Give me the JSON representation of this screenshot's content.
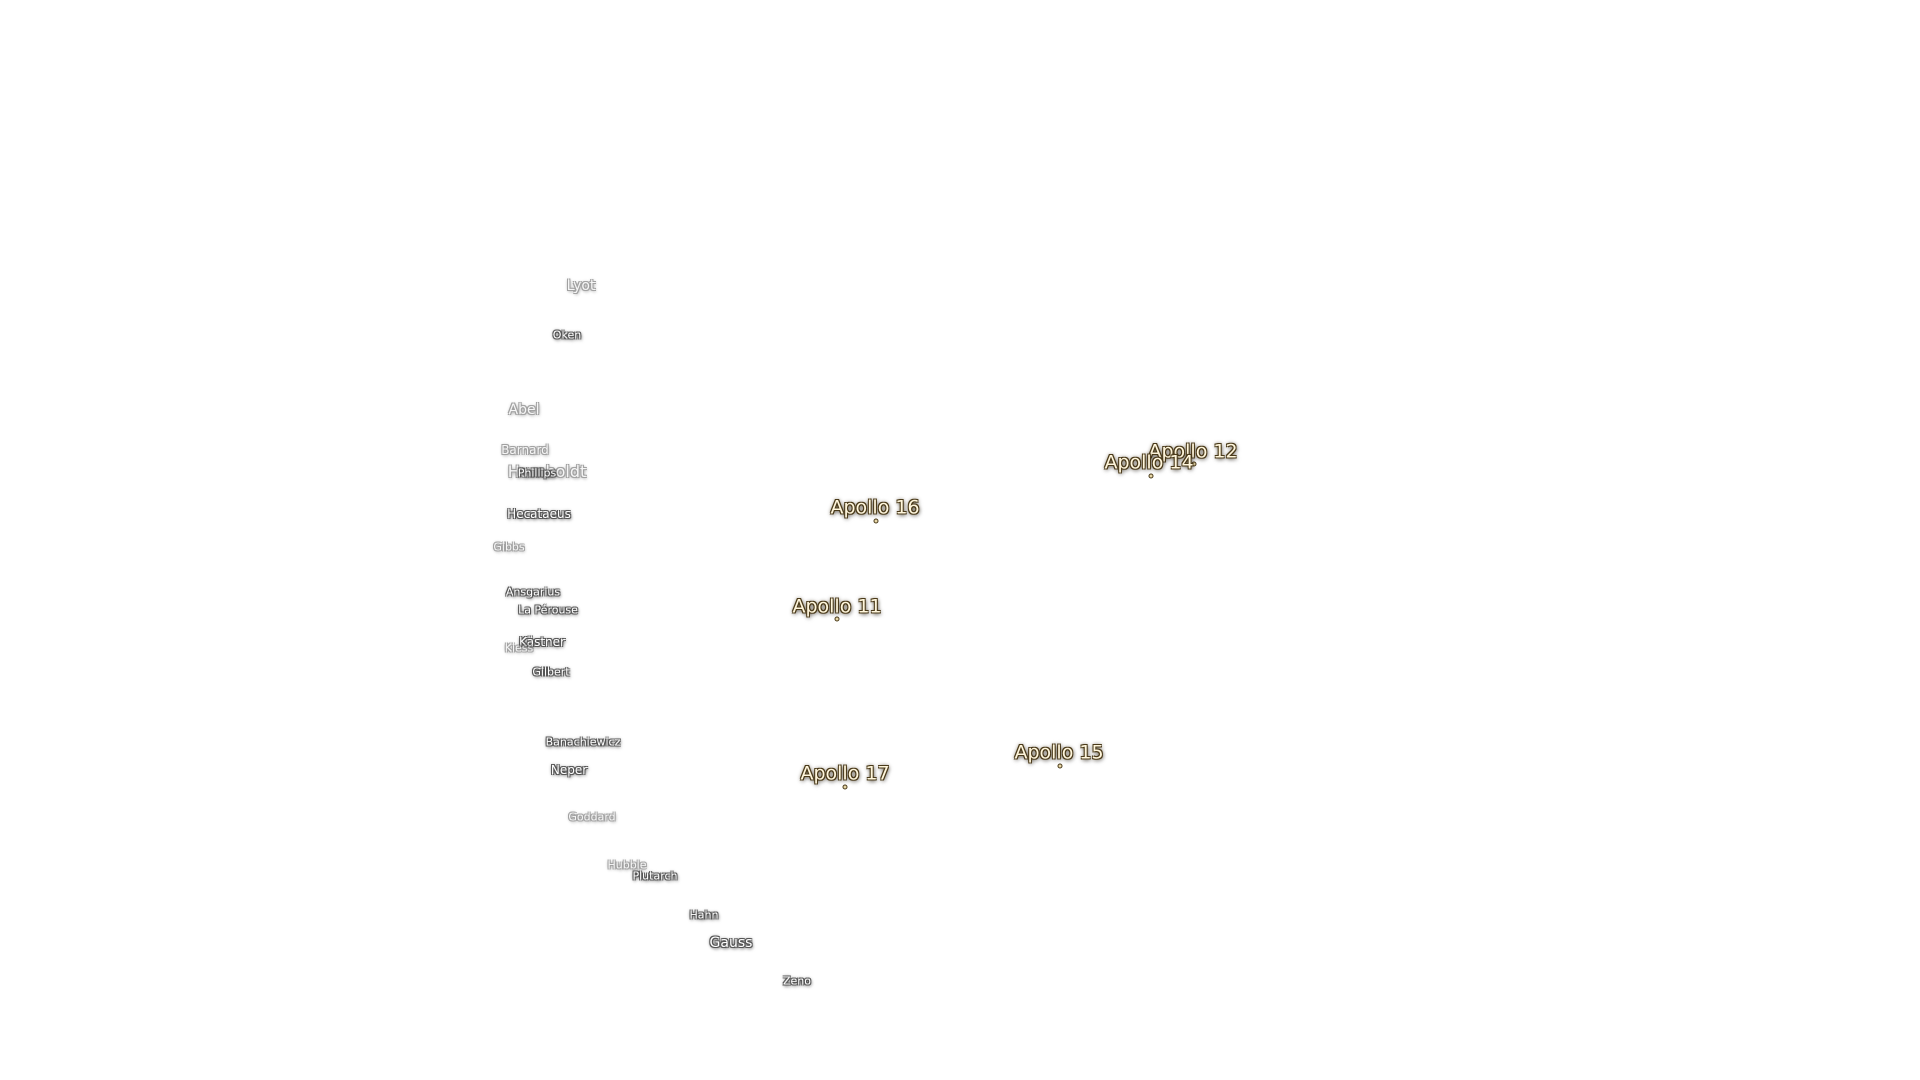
{
  "map": {
    "craters": {
      "lyot": "Lyot",
      "oken": "Oken",
      "abel": "Abel",
      "barnard": "Barnard",
      "humboldt": "Humboldt",
      "phillips": "Phillips",
      "hecataeus": "Hecataeus",
      "gibbs": "Gibbs",
      "ansgarius": "Ansgarius",
      "la_perouse": "La Pérouse",
      "kastner": "Kästner",
      "kiess": "Kiess",
      "gilbert": "Gilbert",
      "banachiewicz": "Banachiewicz",
      "neper": "Neper",
      "goddard": "Goddard",
      "hubble": "Hubble",
      "plutarch": "Plutarch",
      "hahn": "Hahn",
      "gauss": "Gauss",
      "zeno": "Zeno"
    },
    "landing_sites": {
      "apollo_12": "Apollo 12",
      "apollo_14": "Apollo 14",
      "apollo_16": "Apollo 16",
      "apollo_11": "Apollo 11",
      "apollo_15": "Apollo 15",
      "apollo_17": "Apollo 17"
    },
    "colors": {
      "background": "#ffffff",
      "crater_label": "#ffffff",
      "landing_site_label": "#fff6dc",
      "landing_site_marker": "#e8d8a8"
    }
  }
}
